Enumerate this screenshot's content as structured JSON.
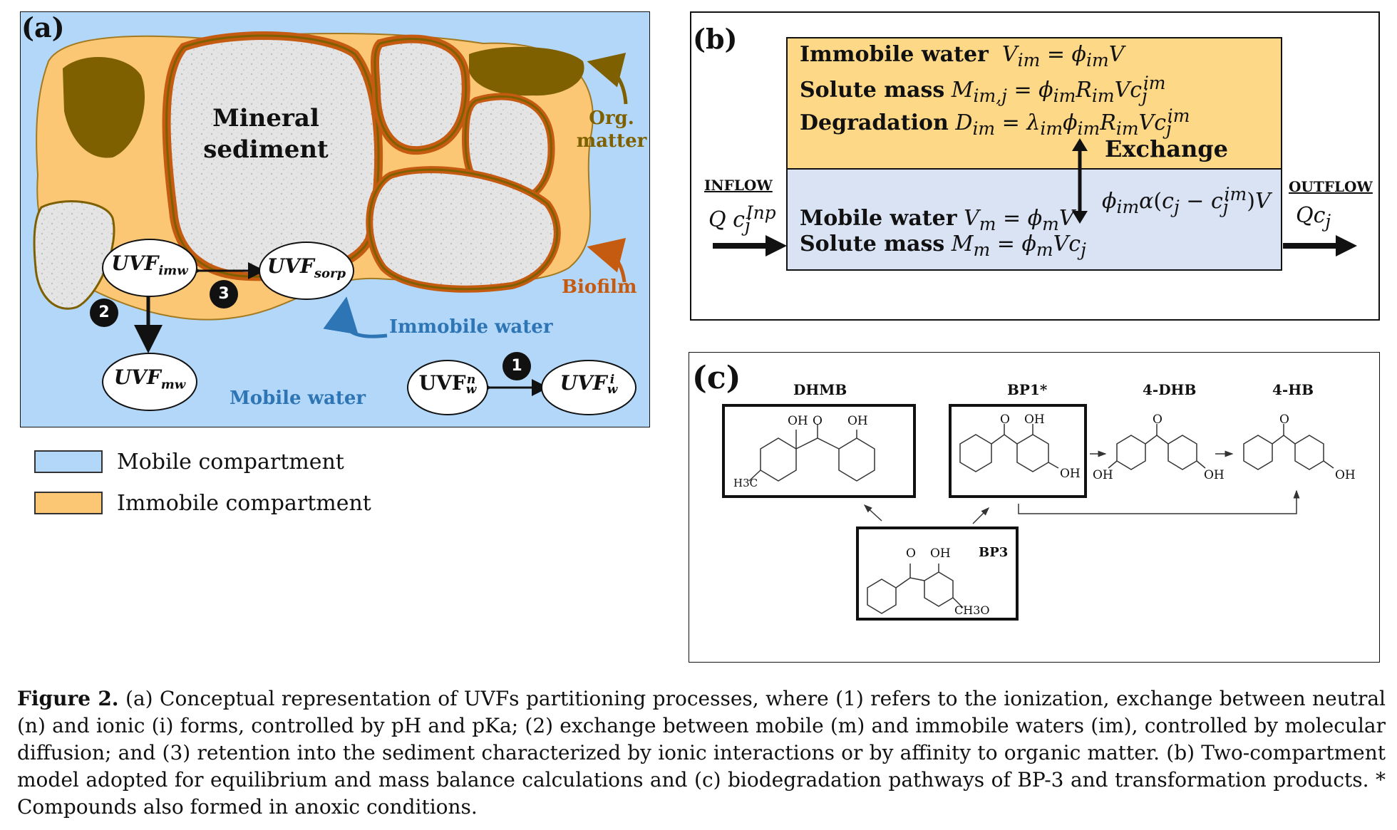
{
  "panel_a": {
    "label": "(a)",
    "mineral_sediment": "Mineral sediment",
    "org_matter": "Org. matter",
    "biofilm": "Biofilm",
    "immobile_water": "Immobile water",
    "mobile_water": "Mobile water",
    "nodes": {
      "imw": "UVF",
      "imw_sub": "imw",
      "sorp": "UVF",
      "sorp_sub": "sorp",
      "mw": "UVF",
      "mw_sub": "mw",
      "wn": "UVF",
      "wn_sub": "w",
      "wn_sup": "n",
      "wi": "UVF",
      "wi_sub": "w",
      "wi_sup": "i"
    },
    "badges": [
      "1",
      "2",
      "3"
    ],
    "colors": {
      "mobile": "#b3d7f8",
      "immobile": "#fbc774",
      "biofilm": "#c55a11",
      "org": "#7f6000",
      "immobile_text": "#2e75b6"
    }
  },
  "legend": {
    "mobile": "Mobile compartment",
    "immobile": "Immobile compartment"
  },
  "panel_b": {
    "label": "(b)",
    "immobile_water": "Immobile water",
    "solute_mass": "Solute mass",
    "degradation": "Degradation",
    "exchange": "Exchange",
    "mobile_water": "Mobile water",
    "inflow": "INFLOW",
    "outflow": "OUTFLOW"
  },
  "panel_c": {
    "label": "(c)",
    "dhmb": "DHMB",
    "bp1": "BP1*",
    "dhb": "4-DHB",
    "hb": "4-HB",
    "bp3": "BP3",
    "oh": "OH",
    "o": "O",
    "h3c": "H3C",
    "ch3o": "CH3O"
  },
  "caption": {
    "lead": "Figure 2.",
    "text": "(a) Conceptual representation of UVFs partitioning processes, where (1) refers to the ionization, exchange between neutral (n) and ionic (i) forms, controlled by pH and pKa; (2) exchange between mobile (m) and immobile waters (im), controlled by molecular diffusion; and (3) retention into the sediment characterized by ionic interactions or by affinity to organic matter. (b) Two-compartment model adopted for equilibrium and mass balance calculations and (c) biodegradation pathways of BP-3 and transformation products. * Compounds also formed in anoxic conditions."
  }
}
